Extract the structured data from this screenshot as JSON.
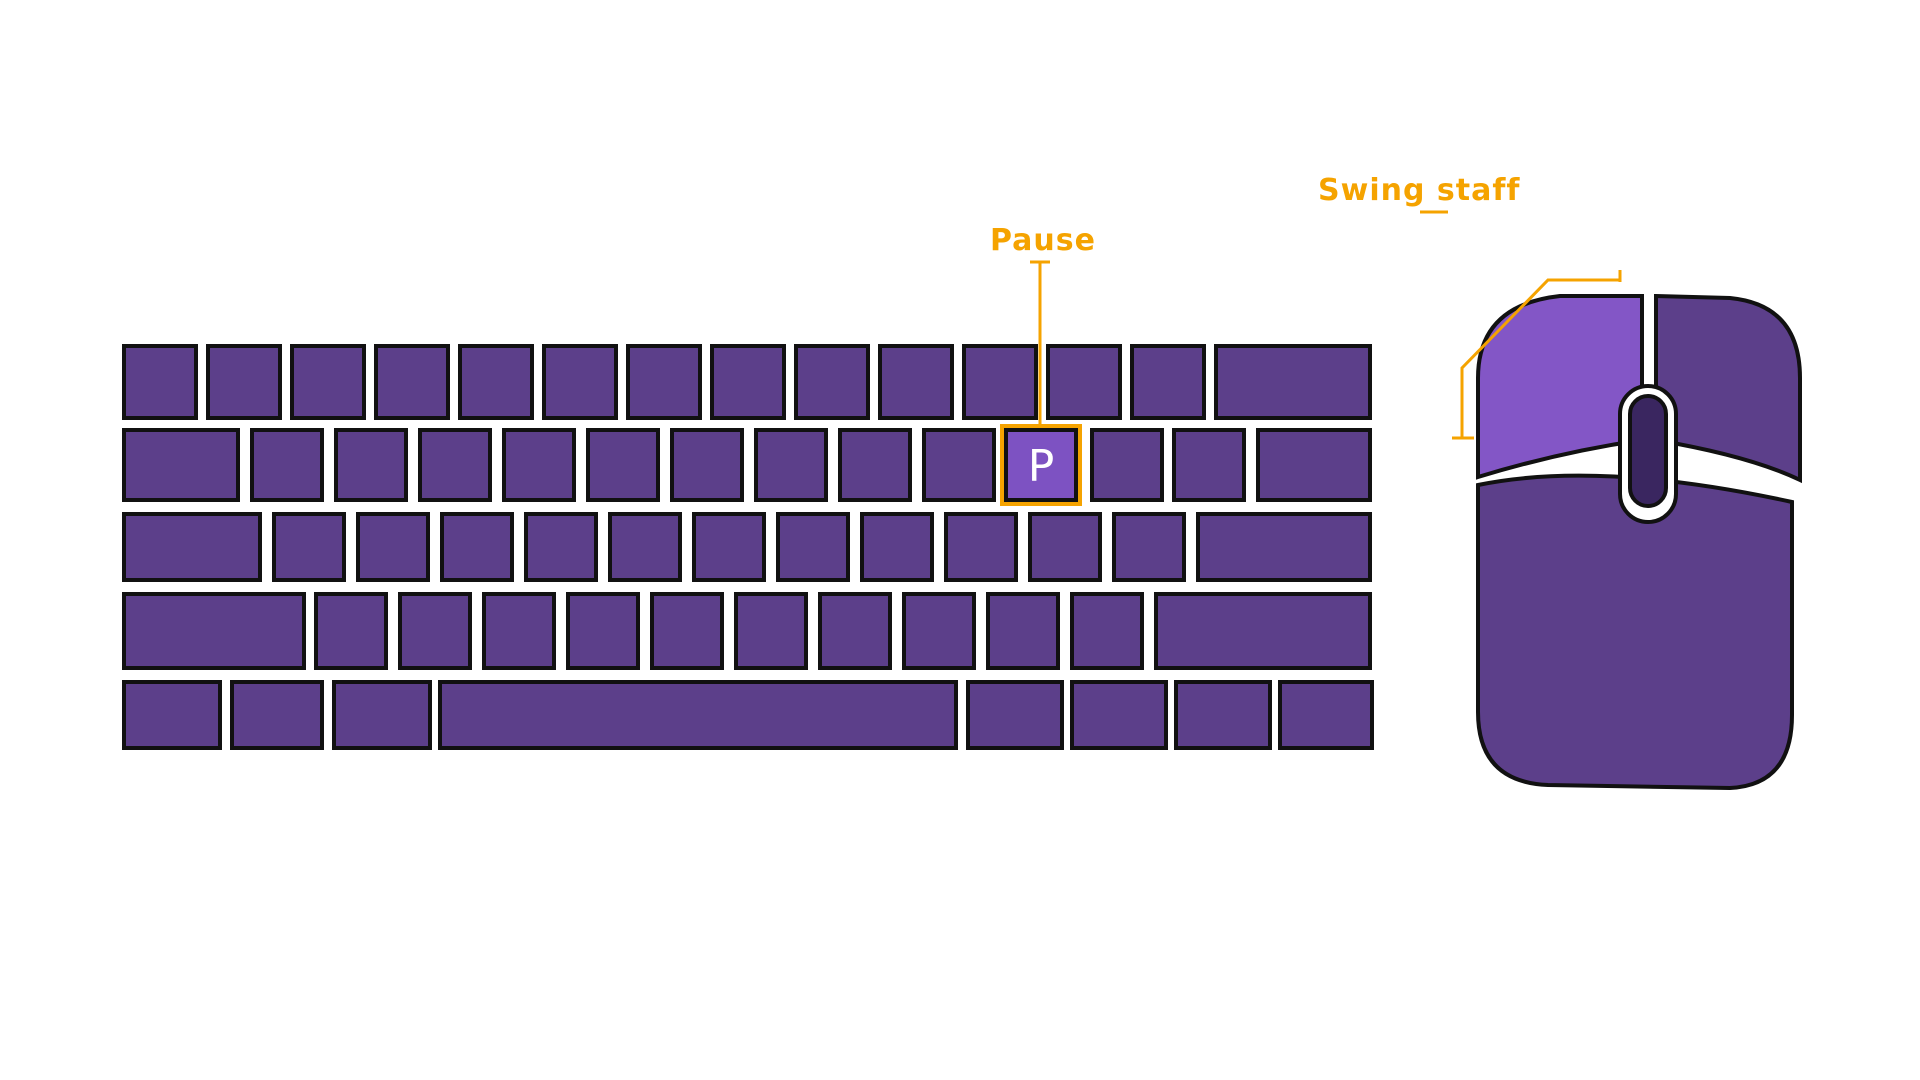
{
  "colors": {
    "key_fill": "#5c3f8a",
    "key_highlight_fill": "#7d52c2",
    "outline": "#111111",
    "accent": "#f5a300",
    "mouse_highlight": "#8356c6",
    "scroll_wheel": "#3a2660",
    "background": "#ffffff"
  },
  "callouts": {
    "pause": {
      "label": "Pause"
    },
    "swing": {
      "label": "Swing staff"
    }
  },
  "keyboard": {
    "highlighted_key": {
      "label": "P",
      "row": 1,
      "index": 10
    }
  },
  "mouse": {
    "highlighted_part": "left-button"
  }
}
